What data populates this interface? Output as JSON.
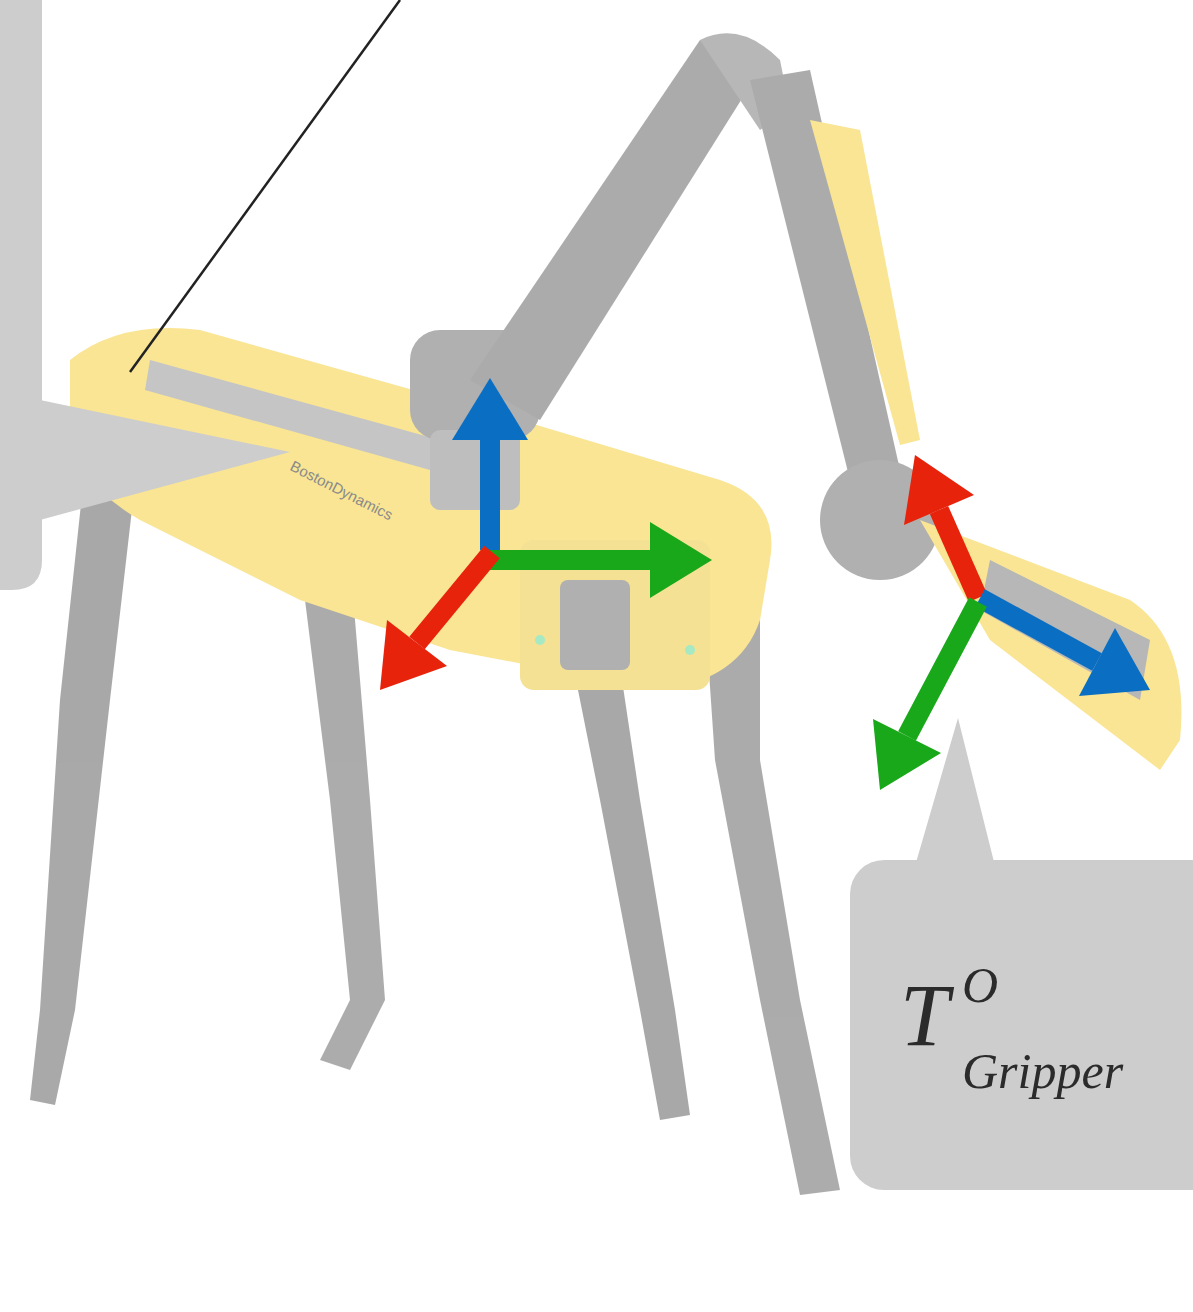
{
  "diagram": {
    "nodes": [
      {
        "text": [
          "T",
          "O",
          "Gripper"
        ]
      }
    ],
    "labels": [
      "BostonDynamics"
    ]
  }
}
